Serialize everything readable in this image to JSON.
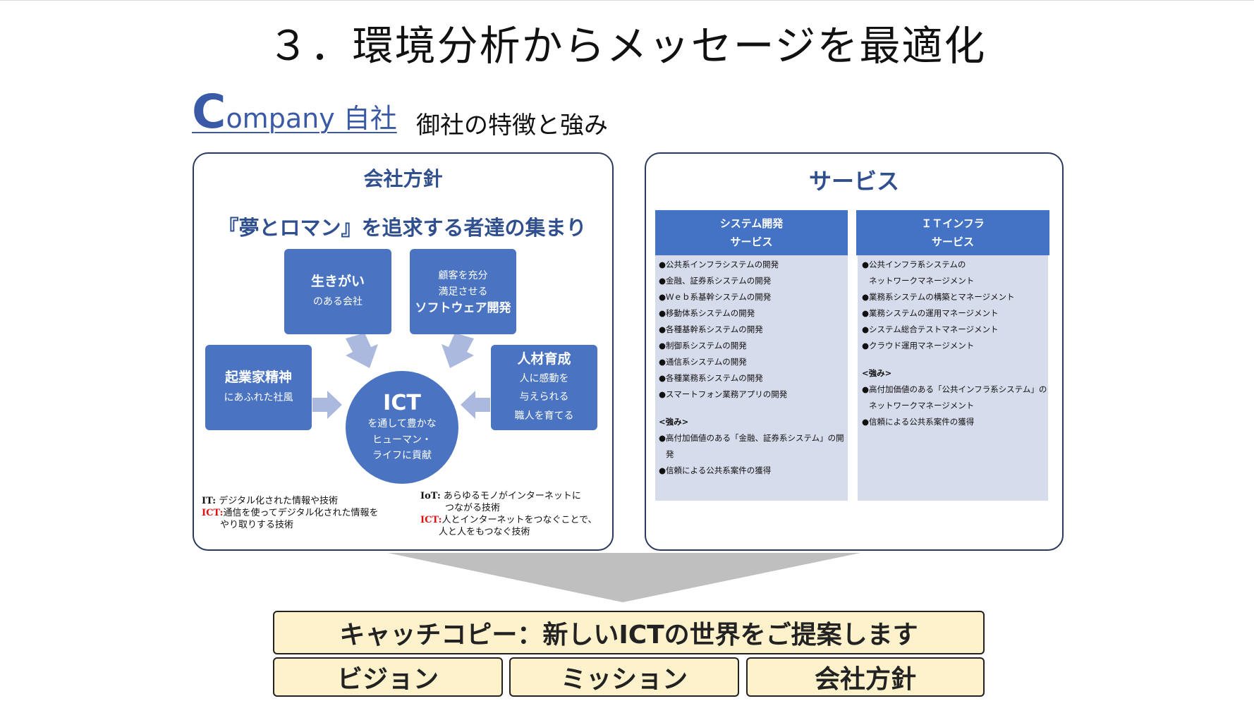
{
  "slide": {
    "title": "３．環境分析からメッセージを最適化",
    "company": {
      "initial": "C",
      "word": "ompany 自社",
      "subtitle": "御社の特徴と強み"
    }
  },
  "policy_panel": {
    "heading": "会社方針",
    "slogan": "『夢とロマン』を追求する者達の集まり",
    "boxes": {
      "ikigai": {
        "title": "生きがい",
        "sub": "のある会社"
      },
      "software": {
        "line1": "顧客を充分",
        "line2": "満足させる",
        "title": "ソフトウェア開発"
      },
      "entrepreneur": {
        "title": "起業家精神",
        "sub": "にあふれた社風"
      },
      "talent": {
        "title": "人材育成",
        "line1": "人に感動を",
        "line2": "与えられる",
        "line3": "職人を育てる"
      }
    },
    "center": {
      "title": "ICT",
      "line1": "を通して豊かな",
      "line2": "ヒューマン・",
      "line3": "ライフに貢献"
    },
    "notes_left": {
      "it_key": "IT:",
      "it_text": " デジタル化された情報や技術",
      "ict_key": "ICT:",
      "ict_text": "通信を使ってデジタル化された情報を",
      "ict_text2": "やり取りする技術"
    },
    "notes_right": {
      "iot_key": "IoT:",
      "iot_text": " あらゆるモノがインターネットに",
      "iot_text2": "つながる技術",
      "ict_key": "ICT:",
      "ict_text": "人とインターネットをつなぐことで、",
      "ict_text2": "人と人をもつなぐ技術"
    }
  },
  "service_panel": {
    "heading": "サービス",
    "columns": [
      {
        "head1": "システム開発",
        "head2": "サービス",
        "items": [
          "●公共系インフラシステムの開発",
          "●金融、証券系システムの開発",
          "●Ｗｅｂ系基幹システムの開発",
          "●移動体系システムの開発",
          "●各種基幹系システムの開発",
          "●制御系システムの開発",
          "●通信系システムの開発",
          "●各種業務系システムの開発",
          "●スマートフォン業務アプリの開発"
        ],
        "strength_label": "<強み>",
        "strengths": [
          "●高付加価値のある「金融、証券系システム」の開",
          "発",
          "●信頼による公共系案件の獲得"
        ]
      },
      {
        "head1": "ＩＴインフラ",
        "head2": "サービス",
        "items": [
          "●公共インフラ系システムの",
          "ネットワークマネージメント",
          "●業務系システムの構築とマネージメント",
          "●業務システムの運用マネージメント",
          "●システム総合テストマネージメント",
          "●クラウド運用マネージメント"
        ],
        "strength_label": "<強み>",
        "strengths": [
          "●高付加価値のある「公共インフラ系システム」の",
          "ネットワークマネージメント",
          "●信頼による公共系案件の獲得"
        ]
      }
    ]
  },
  "bottom": {
    "catchcopy": "キャッチコピー：新しいICTの世界をご提案します",
    "boxes": [
      "ビジョン",
      "ミッション",
      "会社方針"
    ]
  },
  "colors": {
    "accent_blue": "#4a74c2",
    "heading_blue": "#2f4f8f",
    "service_bg": "#d7dcec",
    "banner_bg": "#fdf2cc",
    "arrow_light": "#aab9dd",
    "funnel_gray": "#bfbfbf"
  }
}
